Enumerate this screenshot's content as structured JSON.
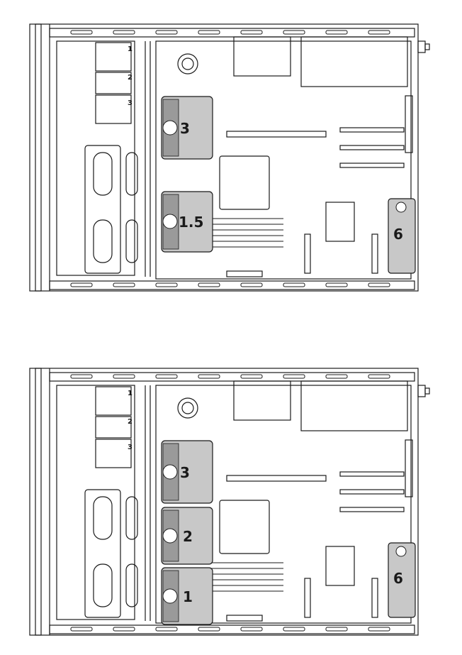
{
  "colors": {
    "line": "#1a1a1a",
    "fan_fill": "#c8c8c8",
    "fan_dark": "#9a9a9a",
    "background": "#ffffff"
  },
  "panels": [
    {
      "fans": [
        {
          "label": "3",
          "icon": "fan-icon"
        },
        {
          "label": "1.5",
          "icon": "fan-icon"
        },
        {
          "label": "6",
          "icon": "fan-icon"
        }
      ],
      "bays": [
        "1",
        "2",
        "3"
      ]
    },
    {
      "fans": [
        {
          "label": "3",
          "icon": "fan-icon"
        },
        {
          "label": "2",
          "icon": "fan-icon"
        },
        {
          "label": "1",
          "icon": "fan-icon"
        },
        {
          "label": "6",
          "icon": "fan-icon"
        }
      ],
      "bays": [
        "1",
        "2",
        "3"
      ]
    }
  ]
}
